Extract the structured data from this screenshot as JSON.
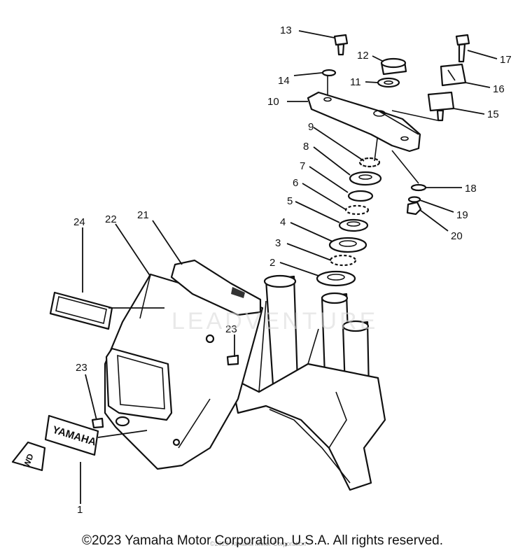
{
  "diagram": {
    "callouts": [
      "1",
      "2",
      "3",
      "4",
      "5",
      "6",
      "7",
      "8",
      "9",
      "10",
      "11",
      "12",
      "13",
      "14",
      "15",
      "16",
      "17",
      "18",
      "19",
      "20",
      "21",
      "22",
      "23",
      "23",
      "24"
    ],
    "watermark": "LEADVENTURE",
    "small_watermark": "©2023 Yamaha Motor Corporation",
    "emblem_text": "YAMAHA",
    "emblem_small": "WD"
  },
  "footer": {
    "copyright": "©2023 Yamaha Motor Corporation, U.S.A. All rights reserved."
  }
}
